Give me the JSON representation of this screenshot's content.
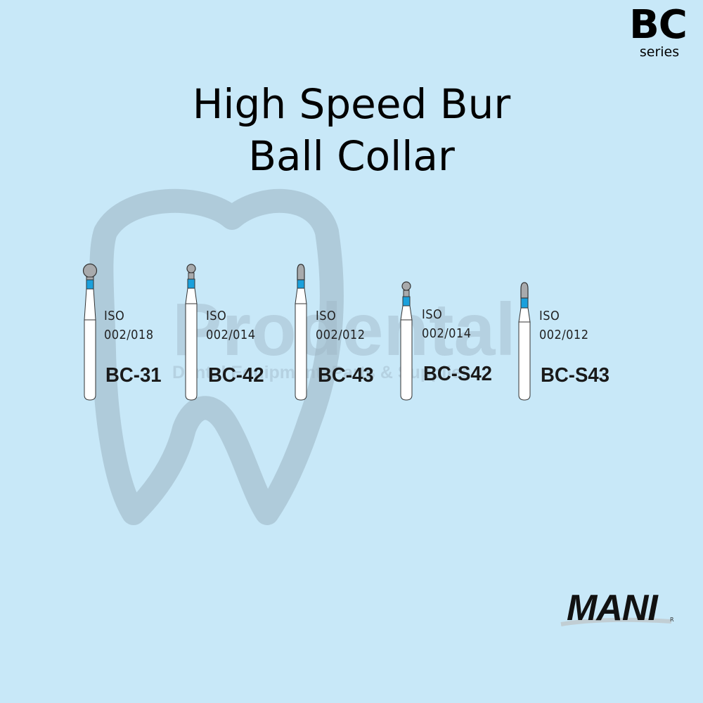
{
  "badge": {
    "code": "BC",
    "sub": "series"
  },
  "title": {
    "line1": "High Speed Bur",
    "line2": "Ball Collar"
  },
  "watermark": {
    "brand": "Prodental",
    "tagline": "Dental Equipment, Parts & Supplies"
  },
  "burs": [
    {
      "model": "BC-31",
      "iso_label": "ISO",
      "iso_code": "002/018"
    },
    {
      "model": "BC-42",
      "iso_label": "ISO",
      "iso_code": "002/014"
    },
    {
      "model": "BC-43",
      "iso_label": "ISO",
      "iso_code": "002/012"
    },
    {
      "model": "BC-S42",
      "iso_label": "ISO",
      "iso_code": "002/014"
    },
    {
      "model": "BC-S43",
      "iso_label": "ISO",
      "iso_code": "002/012"
    }
  ],
  "logo": {
    "text": "MANI",
    "mark": "R"
  },
  "colors": {
    "background": "#c8e8f8",
    "band": "#1aa0dc",
    "head": "#a8aaac",
    "watermark": "#9fb7c6"
  }
}
